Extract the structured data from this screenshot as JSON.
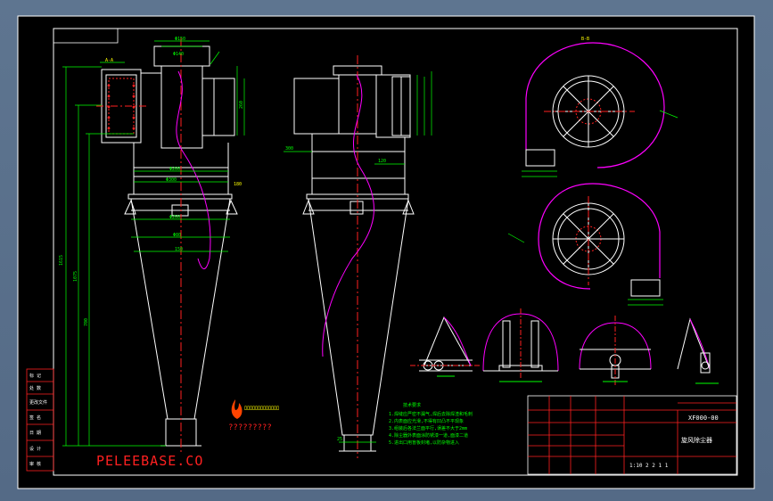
{
  "title_block": {
    "drawing_number": "XF000-00",
    "drawing_name": "旋风除尘器",
    "scale_row": "1:10  2  2  1  1"
  },
  "watermark": {
    "text": "PELEEBASE.CO",
    "badge_text": "ﾛﾛﾛﾛﾛﾛﾛﾛﾛﾛﾛﾛﾛ",
    "badge_sub": "?????????"
  },
  "notes": {
    "heading": "技术要求",
    "lines": [
      "1.焊缝应严密不漏气,焊后去除焊渣和毛刺",
      "2.内表面应光滑,不得有凹凸不平现象",
      "3.组装后各法兰面平行,误差不大于2mm",
      "4.除尘器外表面涂防锈漆一道,面漆二道",
      "5.进出口用盲板封堵,以防杂物进入"
    ]
  },
  "revision_table": {
    "rows": [
      "标 记",
      "处 数",
      "更改文件",
      "签 名",
      "日 期",
      "设 计",
      "审 核"
    ]
  },
  "views": {
    "section_a": "A-A",
    "section_b": "B-B"
  },
  "dimensions": {
    "overall_height": "1615",
    "cylinder_height": "1075",
    "cone_height": "700",
    "inlet_flange": "Φ140",
    "top_width": "Φ150",
    "body_dia": "Φ200",
    "cone_top": "Φ260",
    "flange_dia": "Φ300",
    "outlet_dia": "Φ80",
    "base_h": "120",
    "support": "150",
    "leg": "25",
    "side_plate": "300",
    "inlet_h": "260",
    "pipe_w": "180"
  },
  "colors": {
    "background": "#000000",
    "outer_frame": "#5b708a",
    "lines": "#ffffff",
    "dimension": "#00ff00",
    "centerline": "#ff2020",
    "curve": "#ff00ff",
    "text": "#ffff00",
    "notes": "#00ff00",
    "title": "#ffffff"
  }
}
